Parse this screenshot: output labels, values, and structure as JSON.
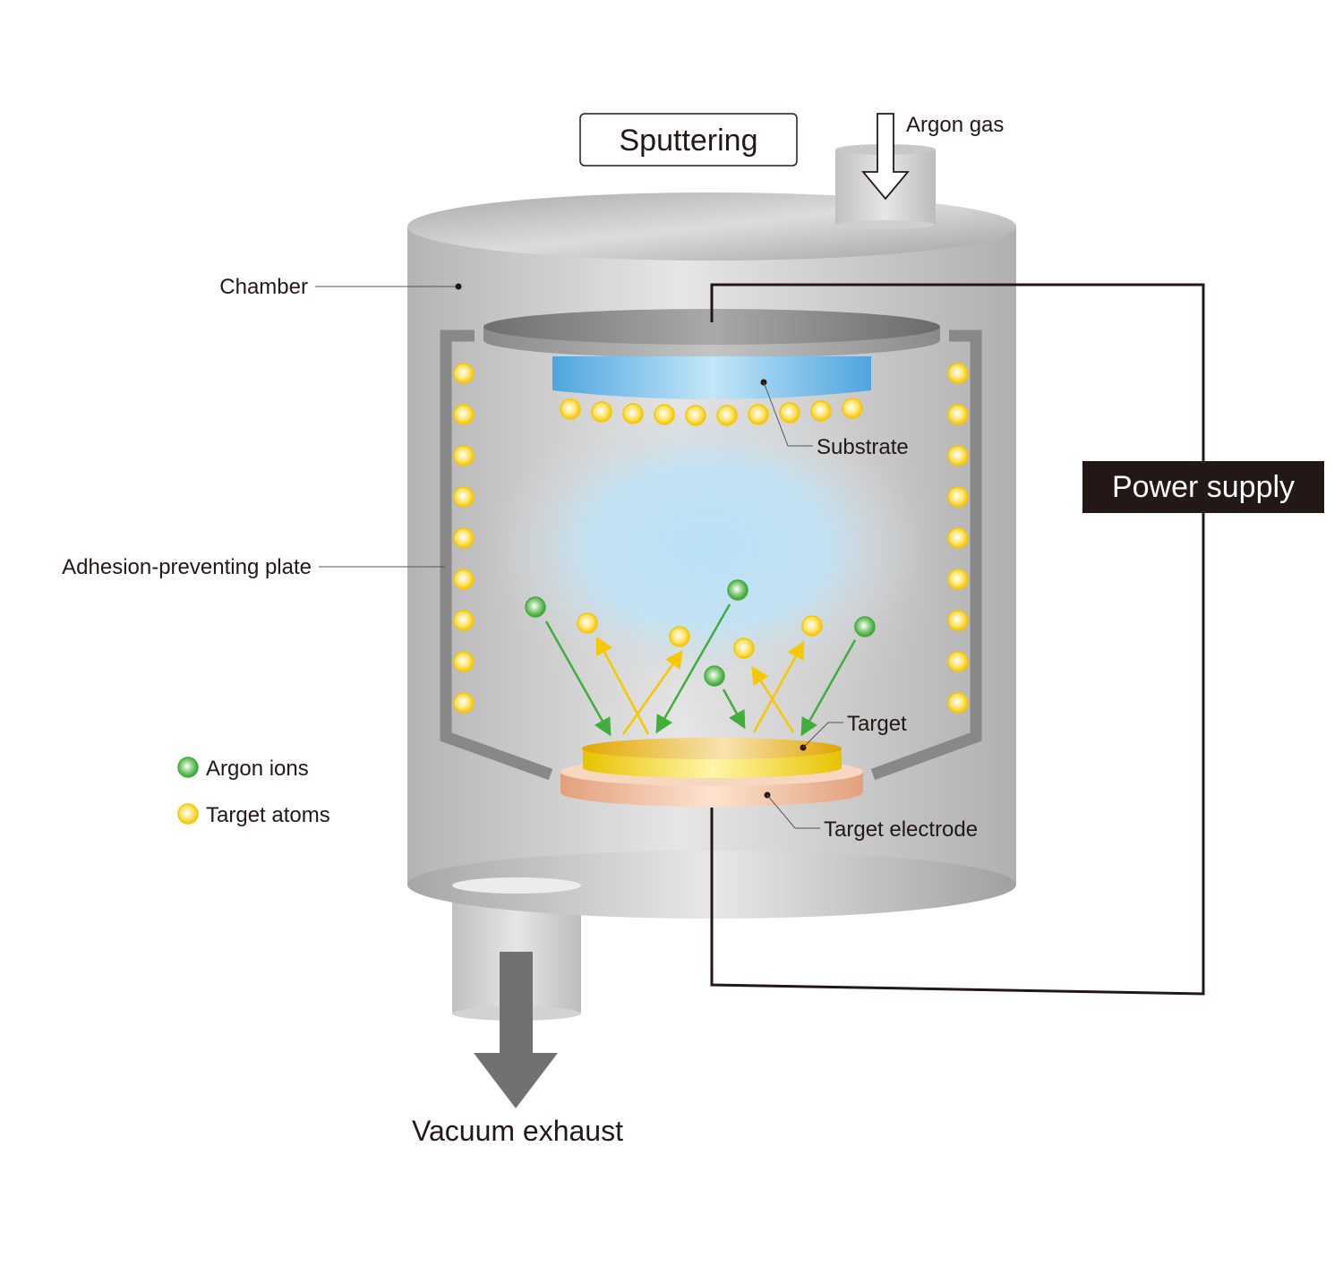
{
  "diagram": {
    "title": "Sputtering",
    "labels": {
      "argon_gas": "Argon gas",
      "chamber": "Chamber",
      "substrate": "Substrate",
      "power_supply": "Power supply",
      "adhesion_plate": "Adhesion-preventing plate",
      "target": "Target",
      "target_electrode": "Target electrode",
      "vacuum_exhaust": "Vacuum exhaust"
    },
    "legend": [
      {
        "label": "Argon ions",
        "color": "#3fae3a"
      },
      {
        "label": "Target atoms",
        "color": "#f5c800"
      }
    ],
    "colors": {
      "argon_ion": "#3fae3a",
      "target_atom": "#f5c800",
      "substrate": "#5aaee3",
      "plasma": "#bfe2f5",
      "target": "#e8c400",
      "electrode": "#f2c4a4",
      "wire": "#231815",
      "power_box": "#231815"
    }
  }
}
